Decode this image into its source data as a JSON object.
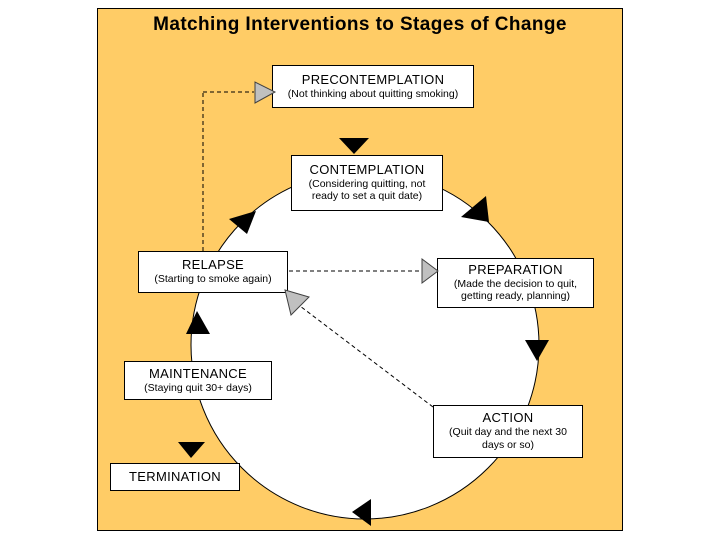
{
  "title": "Matching Interventions to Stages of Change",
  "colors": {
    "background": "#FFCC66",
    "box_fill": "#FFFFFF",
    "box_border": "#000000",
    "circle_fill": "#FFFFFF",
    "circle_border": "#000000",
    "cycle_arrow": "#000000",
    "relapse_arrow_fill": "#C0C0C0",
    "relapse_arrow_border": "#404040",
    "dashed_line": "#000000"
  },
  "stages": {
    "precontemplation": {
      "title": "PRECONTEMPLATION",
      "subtitle": "(Not thinking about quitting smoking)"
    },
    "contemplation": {
      "title": "CONTEMPLATION",
      "subtitle": "(Considering quitting, not ready to set a quit date)"
    },
    "preparation": {
      "title": "PREPARATION",
      "subtitle": "(Made the decision to quit, getting ready, planning)"
    },
    "action": {
      "title": "ACTION",
      "subtitle": "(Quit day and the next 30 days or so)"
    },
    "maintenance": {
      "title": "MAINTENANCE",
      "subtitle": "(Staying quit 30+ days)"
    },
    "termination": {
      "title": "TERMINATION",
      "subtitle": ""
    },
    "relapse": {
      "title": "RELAPSE",
      "subtitle": "(Starting to smoke again)"
    }
  }
}
